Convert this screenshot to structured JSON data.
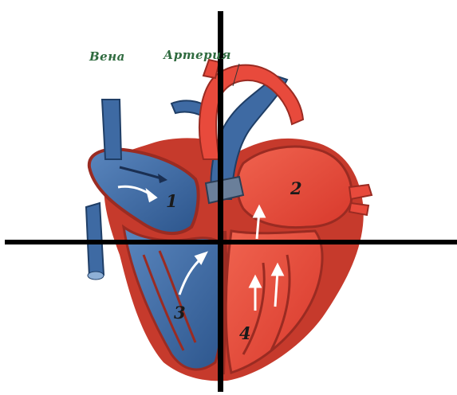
{
  "labels": {
    "vein": "Вена",
    "artery": "Артерия"
  },
  "chambers": [
    "1",
    "2",
    "3",
    "4"
  ],
  "colors": {
    "venous_blue": "#3e6aa3",
    "arterial_red": "#e84a3c",
    "wall_red": "#c63a2c",
    "crosshair": "#000000"
  }
}
